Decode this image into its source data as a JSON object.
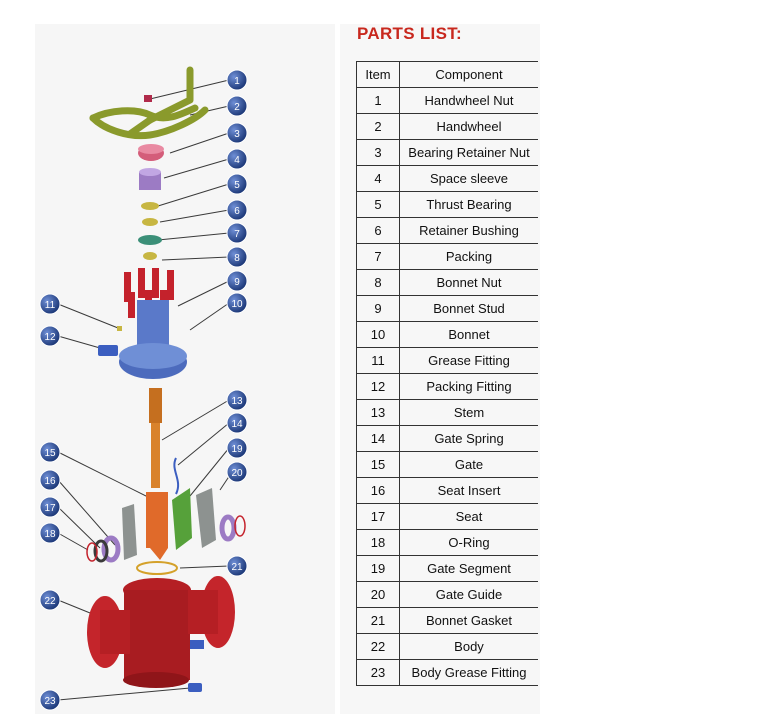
{
  "parts_list": {
    "title": "PARTS LIST:",
    "header": {
      "item": "Item",
      "component": "Component"
    },
    "rows": [
      {
        "item": "1",
        "component": "Handwheel Nut"
      },
      {
        "item": "2",
        "component": "Handwheel"
      },
      {
        "item": "3",
        "component": "Bearing Retainer Nut"
      },
      {
        "item": "4",
        "component": "Space sleeve"
      },
      {
        "item": "5",
        "component": "Thrust Bearing"
      },
      {
        "item": "6",
        "component": "Retainer Bushing"
      },
      {
        "item": "7",
        "component": "Packing"
      },
      {
        "item": "8",
        "component": "Bonnet Nut"
      },
      {
        "item": "9",
        "component": "Bonnet Stud"
      },
      {
        "item": "10",
        "component": "Bonnet"
      },
      {
        "item": "11",
        "component": "Grease Fitting"
      },
      {
        "item": "12",
        "component": "Packing Fitting"
      },
      {
        "item": "13",
        "component": "Stem"
      },
      {
        "item": "14",
        "component": "Gate Spring"
      },
      {
        "item": "15",
        "component": "Gate"
      },
      {
        "item": "16",
        "component": "Seat Insert"
      },
      {
        "item": "17",
        "component": "Seat"
      },
      {
        "item": "18",
        "component": "O-Ring"
      },
      {
        "item": "19",
        "component": "Gate Segment"
      },
      {
        "item": "20",
        "component": "Gate Guide"
      },
      {
        "item": "21",
        "component": "Bonnet Gasket"
      },
      {
        "item": "22",
        "component": "Body"
      },
      {
        "item": "23",
        "component": "Body Grease Fitting"
      }
    ]
  },
  "callouts": [
    "1",
    "2",
    "3",
    "4",
    "5",
    "6",
    "7",
    "8",
    "9",
    "10",
    "11",
    "12",
    "13",
    "14",
    "15",
    "16",
    "17",
    "18",
    "19",
    "20",
    "21",
    "22",
    "23"
  ],
  "colors": {
    "title_red": "#c8281e",
    "callout_blue": "#2b4e9b",
    "handwheel_green": "#8a9a2c",
    "bonnet_blue": "#5a79c9",
    "stud_red": "#c4222c",
    "stem_orange": "#d9822b",
    "body_red": "#b51f24",
    "gate_guide_grey": "#8d9290",
    "gate_segment_green": "#56a13a",
    "retainer_nut": "#d45d7a",
    "sleeve_purple": "#9c7bc4",
    "bearing_yellow": "#c7b642",
    "bushing_teal": "#3b8f78"
  }
}
